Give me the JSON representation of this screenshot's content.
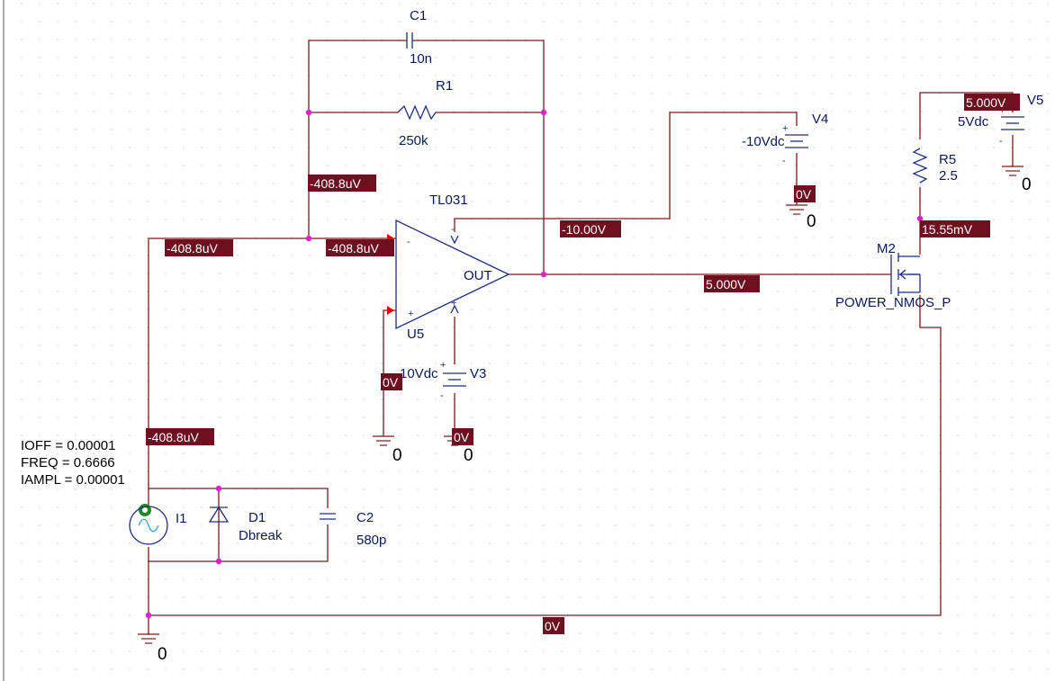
{
  "components": {
    "c1": {
      "ref": "C1",
      "value": "10n"
    },
    "r1": {
      "ref": "R1",
      "value": "250k"
    },
    "u5": {
      "ref": "U5",
      "model": "TL031",
      "out_pin": "OUT",
      "minus_pin": "-",
      "plus_pin": "+"
    },
    "v4": {
      "ref": "V4",
      "value": "-10Vdc"
    },
    "v3": {
      "ref": "V3",
      "value": "10Vdc"
    },
    "v5": {
      "ref": "V5",
      "value": "5Vdc"
    },
    "r5": {
      "ref": "R5",
      "value": "2.5"
    },
    "m2": {
      "ref": "M2",
      "model": "POWER_NMOS_P"
    },
    "i1": {
      "ref": "I1",
      "ioff": "IOFF = 0.00001",
      "freq": "FREQ = 0.6666",
      "iampl": "IAMPL = 0.00001"
    },
    "d1": {
      "ref": "D1",
      "model": "Dbreak"
    },
    "c2": {
      "ref": "C2",
      "value": "580p"
    }
  },
  "voltage_markers": [
    "-408.8uV",
    "-408.8uV",
    "-408.8uV",
    "-408.8uV",
    "-10.00V",
    "5.000V",
    "15.55mV",
    "5.000V",
    "0V",
    "0V",
    "0V",
    "0V"
  ],
  "ground_labels": [
    "0",
    "0",
    "0",
    "0",
    "0"
  ],
  "colors": {
    "wire": "#7b1a1a",
    "component": "#1e2f80",
    "probe_bg": "#6e1020",
    "node": "#e020d0",
    "grid_dot": "#c8c8c8"
  }
}
